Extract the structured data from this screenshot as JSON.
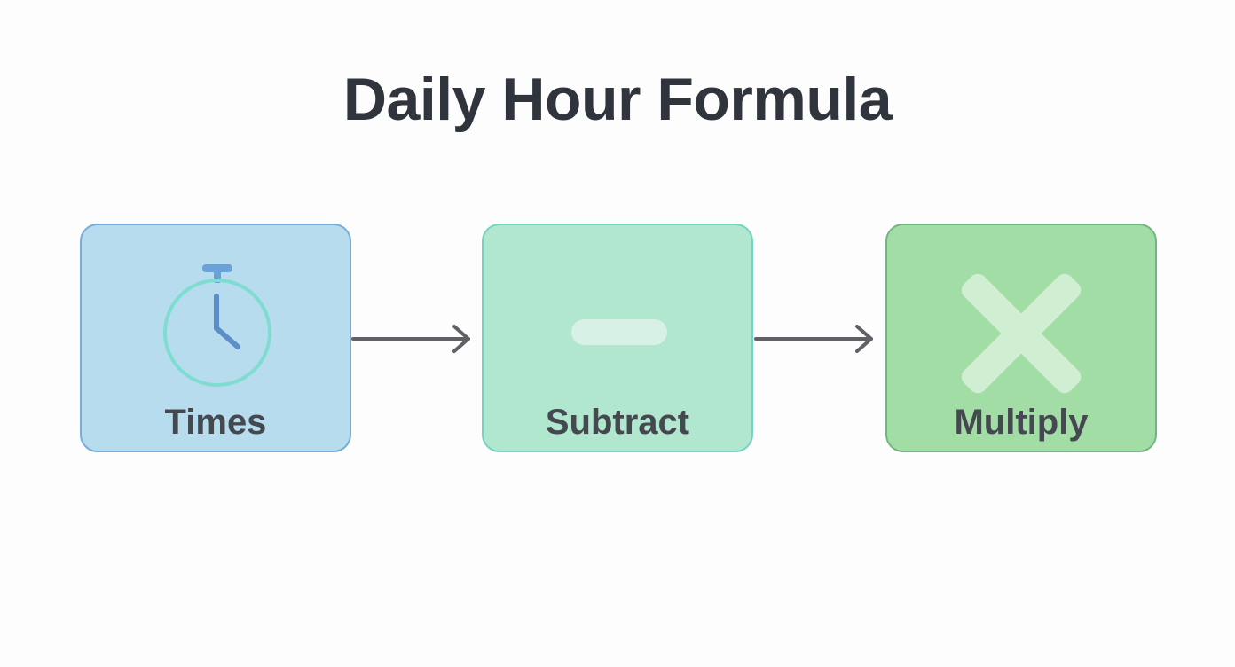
{
  "diagram": {
    "title": "Daily Hour Formula",
    "steps": [
      {
        "label": "Times",
        "icon": "stopwatch-icon"
      },
      {
        "label": "Subtract",
        "icon": "minus-icon"
      },
      {
        "label": "Multiply",
        "icon": "multiply-icon"
      }
    ],
    "colors": {
      "title": "#30353d",
      "label": "#44494f",
      "arrow": "#5f6167",
      "times_fill": "#b7dcee",
      "times_border": "#78acd8",
      "subtract_fill": "#b1e6cf",
      "subtract_border": "#73d5c1",
      "multiply_fill": "#a2dda6",
      "multiply_border": "#72b483"
    }
  }
}
